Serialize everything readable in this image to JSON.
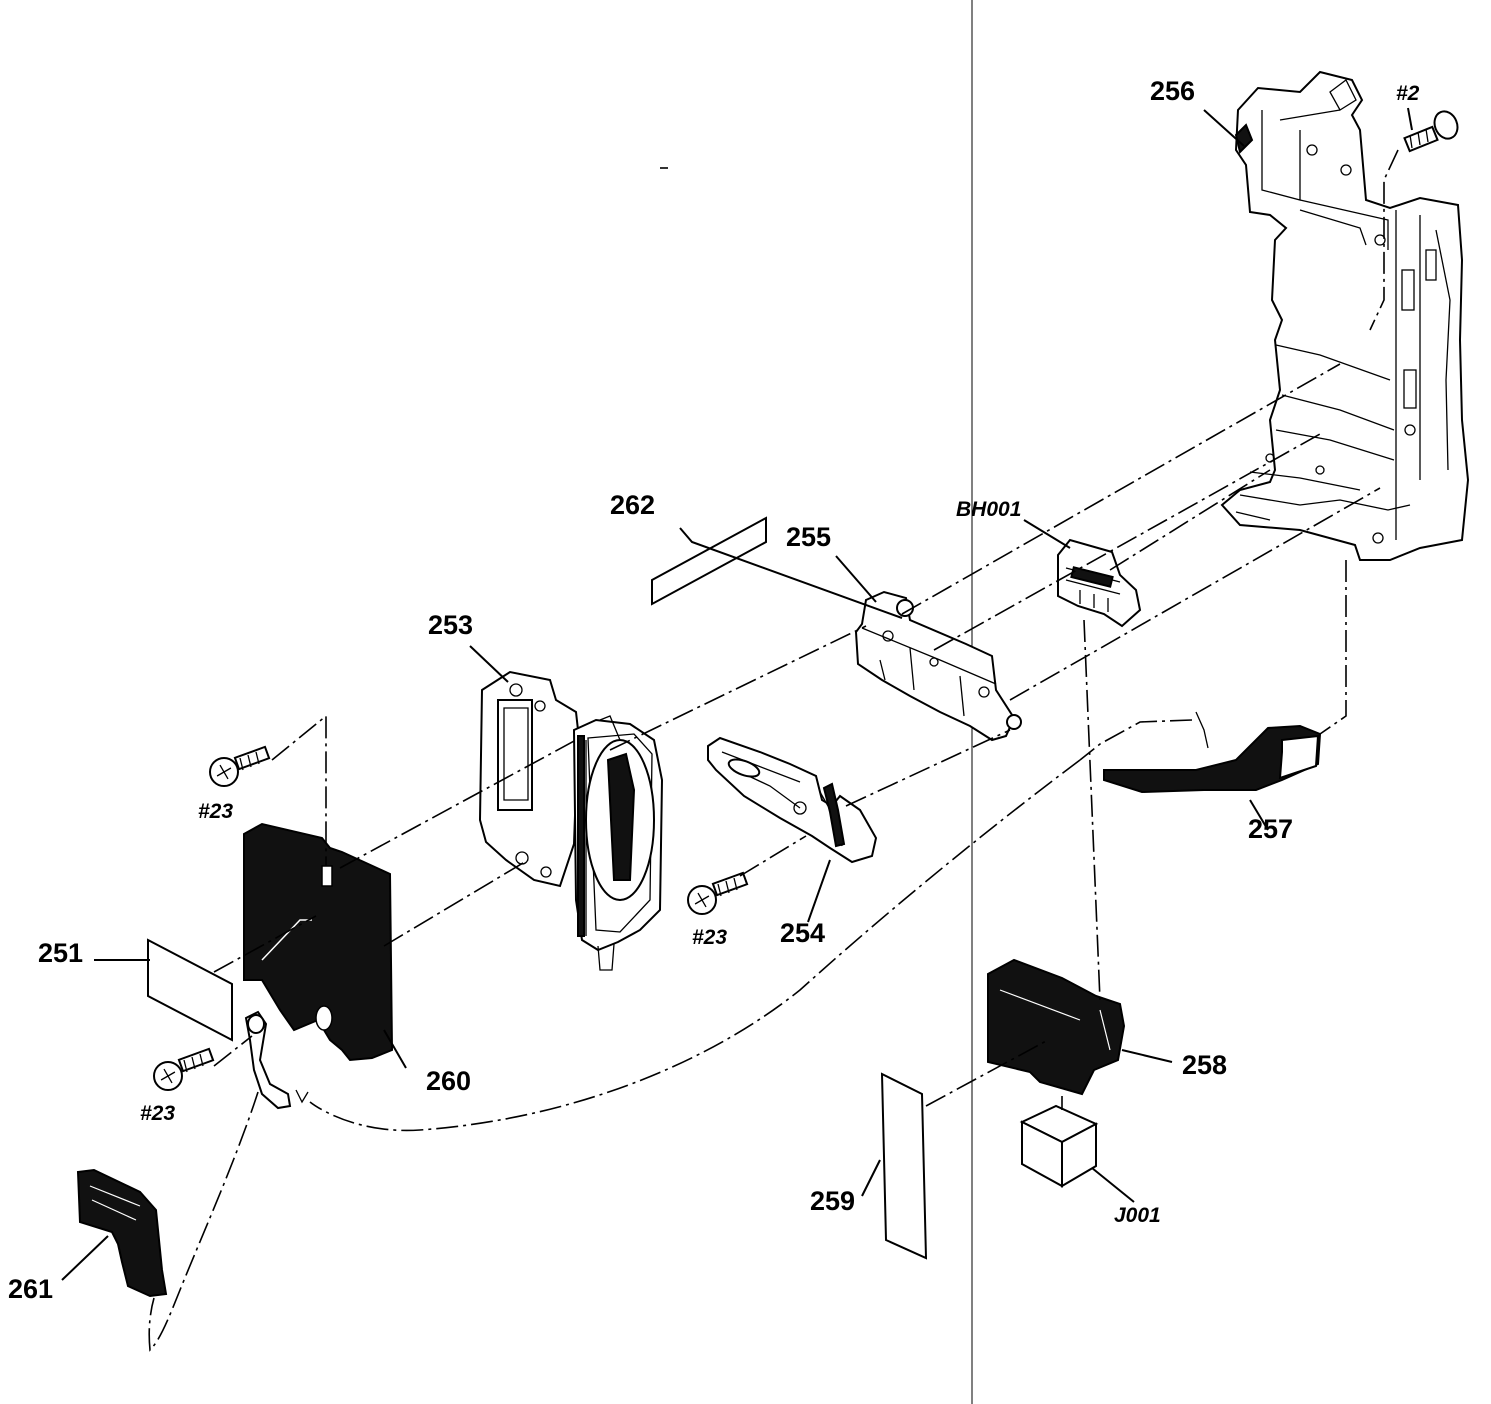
{
  "diagram": {
    "labels": {
      "p251": "251",
      "p253": "253",
      "p254": "254",
      "p255": "255",
      "p256": "256",
      "p257": "257",
      "p258": "258",
      "p259": "259",
      "p260": "260",
      "p261": "261",
      "p262": "262",
      "bh001": "BH001",
      "j001": "J001",
      "s2": "#2",
      "s23a": "#23",
      "s23b": "#23",
      "s23c": "#23"
    },
    "colors": {
      "line": "#000000",
      "background": "#ffffff"
    }
  }
}
